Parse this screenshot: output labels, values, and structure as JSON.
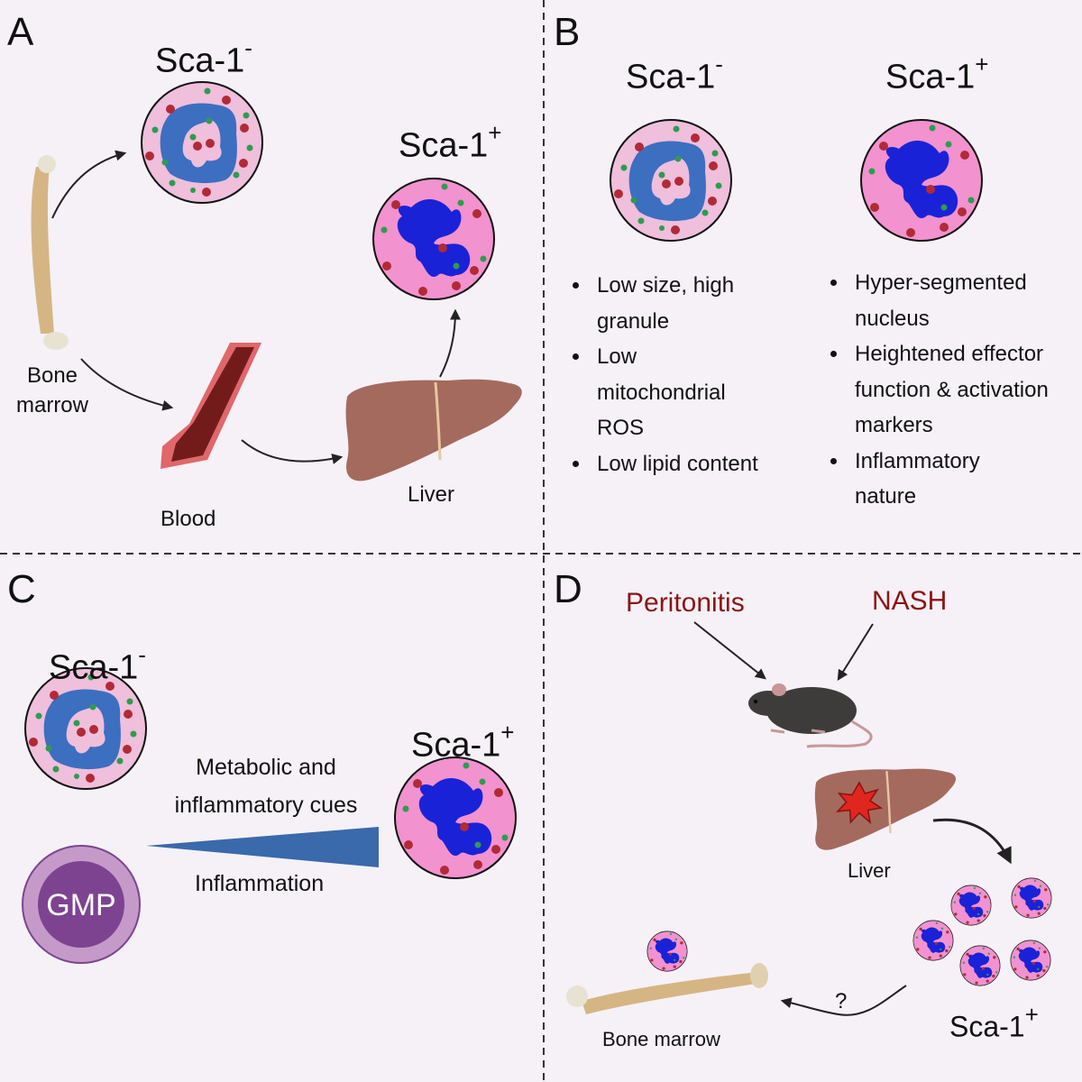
{
  "panels": {
    "A": {
      "letter": "A",
      "sca_neg": {
        "base": "Sca-1",
        "sup": "-"
      },
      "sca_pos": {
        "base": "Sca-1",
        "sup": "+"
      },
      "bone_marrow": [
        "Bone",
        "marrow"
      ],
      "blood": "Blood",
      "liver": "Liver"
    },
    "B": {
      "letter": "B",
      "sca_neg": {
        "base": "Sca-1",
        "sup": "-"
      },
      "sca_pos": {
        "base": "Sca-1",
        "sup": "+"
      },
      "neg_traits": [
        "Low size, high granule",
        "Low mitochondrial ROS",
        "Low lipid content"
      ],
      "pos_traits": [
        "Hyper-segmented nucleus",
        "Heightened effector function & activation markers",
        "Inflammatory nature"
      ]
    },
    "C": {
      "letter": "C",
      "sca_neg": {
        "base": "Sca-1",
        "sup": "-"
      },
      "sca_pos": {
        "base": "Sca-1",
        "sup": "+"
      },
      "cues": [
        "Metabolic and",
        "inflammatory cues"
      ],
      "inflammation": "Inflammation",
      "gmp": "GMP"
    },
    "D": {
      "letter": "D",
      "peritonitis": "Peritonitis",
      "nash": "NASH",
      "liver": "Liver",
      "question": "?",
      "bone_marrow": "Bone marrow",
      "sca_pos": {
        "base": "Sca-1",
        "sup": "+"
      }
    }
  },
  "colors": {
    "background": "#f5f1f7",
    "divider": "#333333",
    "disease_label": "#8b1414",
    "wedge": "#3a69ac",
    "gmp_outer": "#c59ac9",
    "gmp_inner": "#7d4391"
  }
}
